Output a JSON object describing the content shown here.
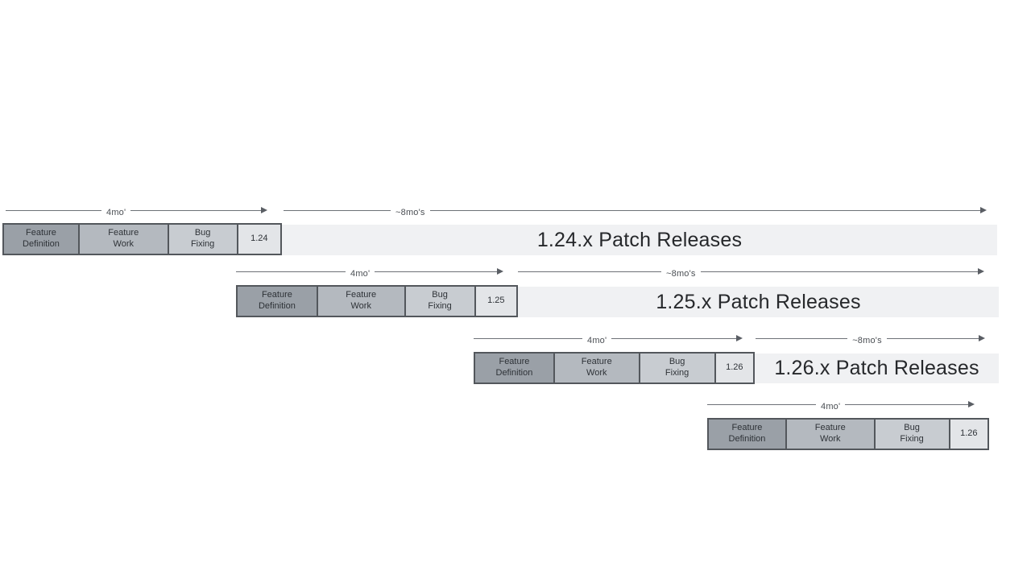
{
  "arrows": {
    "cycle_label": "4mo'",
    "patch_window_label": "~8mo's"
  },
  "phases": [
    {
      "name": "feature-definition",
      "line1": "Feature",
      "line2": "Definition"
    },
    {
      "name": "feature-work",
      "line1": "Feature",
      "line2": "Work"
    },
    {
      "name": "bug-fixing",
      "line1": "Bug",
      "line2": "Fixing"
    }
  ],
  "rows": [
    {
      "version": "1.24",
      "patch_releases": "1.24.x Patch Releases"
    },
    {
      "version": "1.25",
      "patch_releases": "1.25.x Patch Releases"
    },
    {
      "version": "1.26",
      "patch_releases": "1.26.x Patch Releases"
    },
    {
      "version": "1.26",
      "patch_releases": ""
    }
  ],
  "colors": {
    "feature_definition_fill": "#9aa0a7",
    "feature_work_fill": "#b4b9bf",
    "bug_fixing_fill": "#c8ccd1",
    "version_box_fill": "#e3e5e8",
    "patch_bar_fill": "#f0f1f3",
    "box_border": "#53575c",
    "arrow_line": "#6d7177",
    "text_dark": "#26282b"
  }
}
